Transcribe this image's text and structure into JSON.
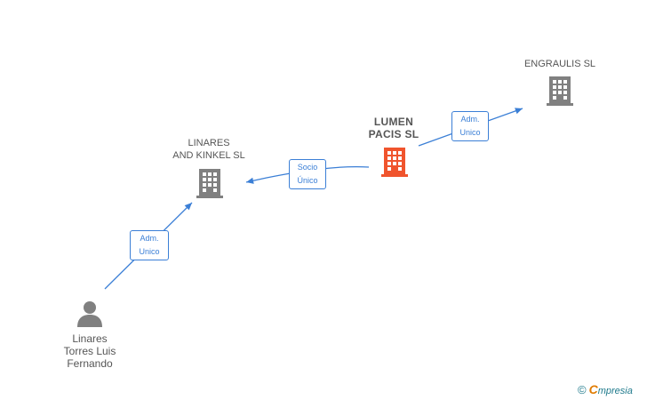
{
  "nodes": {
    "person": {
      "label_lines": [
        "Linares",
        "Torres Luis",
        "Fernando"
      ]
    },
    "linares": {
      "label_lines": [
        "LINARES",
        "AND KINKEL SL"
      ]
    },
    "lumen": {
      "label_lines": [
        "LUMEN",
        "PACIS SL"
      ]
    },
    "engraulis": {
      "label_lines": [
        "ENGRAULIS SL"
      ]
    }
  },
  "edges": {
    "person_to_linares": {
      "lines": [
        "Adm.",
        "Unico"
      ]
    },
    "lumen_to_linares": {
      "lines": [
        "Socio",
        "Único"
      ]
    },
    "lumen_to_engraulis": {
      "lines": [
        "Adm.",
        "Unico"
      ]
    }
  },
  "brand": {
    "copyright": "©",
    "initial": "C",
    "rest": "mpresia"
  },
  "colors": {
    "edge": "#3b7fd6",
    "company_icon": "#808080",
    "focus_icon": "#f0542d",
    "person_icon": "#808080",
    "label_text": "#555555"
  },
  "icons": {
    "company": "building-icon",
    "focus": "building-icon",
    "person": "person-icon"
  }
}
